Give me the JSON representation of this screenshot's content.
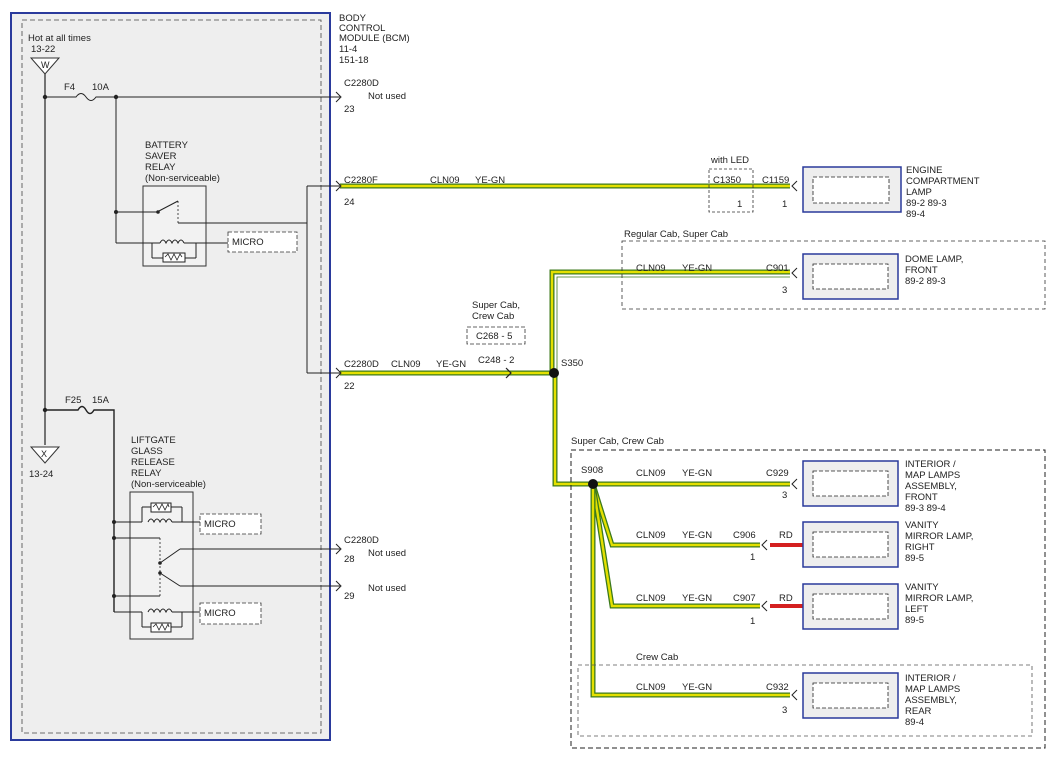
{
  "bcm": {
    "lines": [
      "BODY",
      "CONTROL",
      "MODULE (BCM)",
      "11-4",
      "151-18"
    ]
  },
  "power": {
    "hot_label": "Hot at all times",
    "hot_ref": "13-22",
    "ground_w": "W",
    "ground_x": "X",
    "ground_x_ref": "13-24",
    "fuse_f4": "F4",
    "fuse_f4_amps": "10A",
    "fuse_f25": "F25",
    "fuse_f25_amps": "15A"
  },
  "battery_saver_relay": {
    "lines": [
      "BATTERY",
      "SAVER",
      "RELAY",
      "(Non-serviceable)"
    ],
    "micro": "MICRO"
  },
  "liftgate_relay": {
    "lines": [
      "LIFTGATE",
      "GLASS",
      "RELEASE",
      "RELAY",
      "(Non-serviceable)"
    ],
    "micro_top": "MICRO",
    "micro_bottom": "MICRO"
  },
  "connectors": {
    "c2280d_23": {
      "name": "C2280D",
      "pin": "23",
      "status": "Not used"
    },
    "c2280f_24": {
      "name": "C2280F",
      "pin": "24",
      "circuit": "CLN09",
      "color": "YE-GN"
    },
    "c2280d_22": {
      "name": "C2280D",
      "pin": "22",
      "circuit": "CLN09",
      "color": "YE-GN"
    },
    "c2280d_28": {
      "name": "C2280D",
      "pin": "28",
      "status": "Not used"
    },
    "c2280d_29": {
      "pin": "29",
      "status": "Not used"
    },
    "c248": "C248 - 2",
    "c268_header": [
      "Super Cab,",
      "Crew Cab"
    ],
    "c268": "C268 - 5",
    "c1350_header": "with LED",
    "c1350": "C1350",
    "c1350_pin": "1",
    "c1159": "C1159",
    "c1159_pin": "1"
  },
  "splices": {
    "s350": "S350",
    "s908": "S908"
  },
  "groups": {
    "regular_super": "Regular Cab, Super Cab",
    "super_crew": "Super Cab, Crew Cab",
    "crew": "Crew Cab"
  },
  "loads": [
    {
      "id": "engine",
      "lines": [
        "ENGINE",
        "COMPARTMENT",
        "LAMP",
        "89-2   89-3",
        "89-4"
      ]
    },
    {
      "id": "dome",
      "circuit": "CLN09",
      "color": "YE-GN",
      "connector": "C901",
      "pin": "3",
      "lines": [
        "DOME LAMP,",
        "FRONT",
        "89-2   89-3"
      ]
    },
    {
      "id": "map_front",
      "circuit": "CLN09",
      "color": "YE-GN",
      "connector": "C929",
      "pin": "3",
      "lines": [
        "INTERIOR /",
        "MAP LAMPS",
        "ASSEMBLY,",
        "FRONT",
        "89-3   89-4"
      ]
    },
    {
      "id": "vanity_right",
      "circuit": "CLN09",
      "color": "YE-GN",
      "connector": "C906",
      "pin": "1",
      "wire": "RD",
      "lines": [
        "VANITY",
        "MIRROR LAMP,",
        "RIGHT",
        "89-5"
      ]
    },
    {
      "id": "vanity_left",
      "circuit": "CLN09",
      "color": "YE-GN",
      "connector": "C907",
      "pin": "1",
      "wire": "RD",
      "lines": [
        "VANITY",
        "MIRROR LAMP,",
        "LEFT",
        "89-5"
      ]
    },
    {
      "id": "map_rear",
      "circuit": "CLN09",
      "color": "YE-GN",
      "connector": "C932",
      "pin": "3",
      "lines": [
        "INTERIOR /",
        "MAP LAMPS",
        "ASSEMBLY,",
        "REAR",
        "89-4"
      ]
    }
  ],
  "colors": {
    "wire_yellow": "#e4e000",
    "wire_green": "#3c7a1c",
    "wire_red": "#d42020",
    "module_border": "#2a3a9c",
    "module_fill": "#eeeeee"
  }
}
